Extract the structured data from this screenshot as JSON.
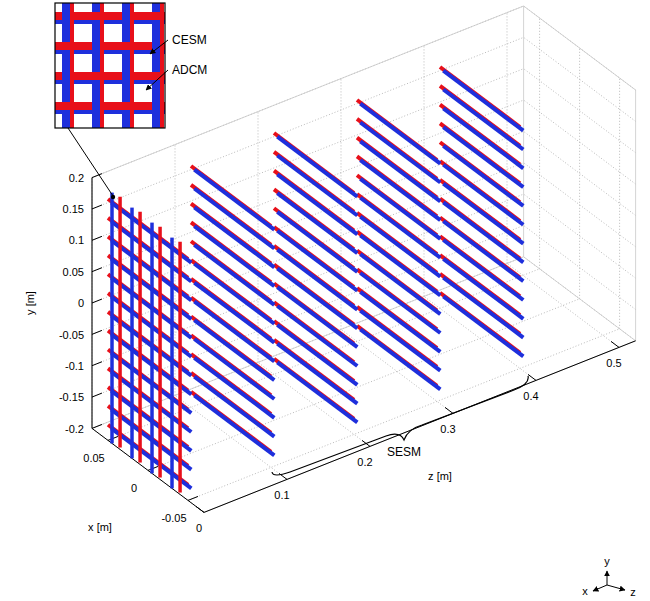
{
  "diagram": {
    "labels": [
      "0.2",
      "0.15",
      "0.1",
      "0.05",
      "0",
      "-0.05",
      "-0.1",
      "-0.15",
      "-0.2",
      "y [m]",
      "0.05",
      "0",
      "-0.05",
      "x [m]",
      "0",
      "0.1",
      "0.2",
      "0.3",
      "0.4",
      "0.5",
      "z [m]",
      "CESM",
      "ADCM",
      "SESM",
      "x",
      "y",
      "z"
    ]
  }
}
